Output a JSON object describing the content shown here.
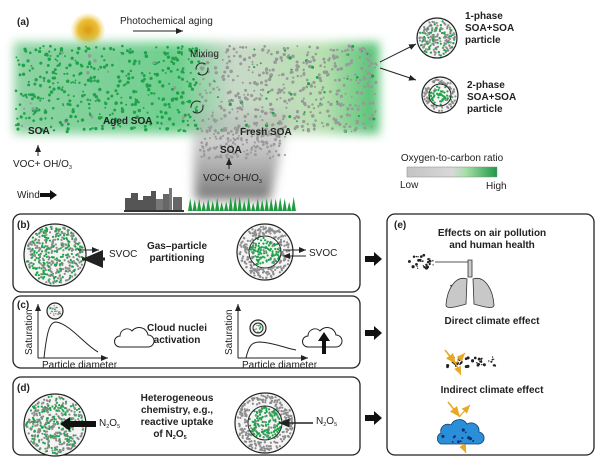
{
  "colors": {
    "green": "#1fa34a",
    "gray": "#8c8c8c",
    "sun": "#e8b322",
    "cloud_blue": "#2a8fd8",
    "ray": "#e8a820"
  },
  "panel_a": {
    "label": "(a)",
    "photochemical": "Photochemical aging",
    "mixing": "Mixing",
    "aged_soa": "Aged SOA",
    "soa_left": "SOA",
    "voc_left": "VOC+ OH/O",
    "voc_left_sub": "3",
    "fresh_soa": "Fresh SOA",
    "soa_plume": "SOA",
    "voc_plume": "VOC+ OH/O",
    "voc_plume_sub": "3",
    "wind": "Wind",
    "one_phase": [
      "1-phase",
      "SOA+SOA",
      "particle"
    ],
    "two_phase": [
      "2-phase",
      "SOA+SOA",
      "particle"
    ],
    "legend": {
      "title": "Oxygen-to-carbon ratio",
      "low": "Low",
      "high": "High"
    }
  },
  "panel_b": {
    "label": "(b)",
    "title": [
      "Gas–particle",
      "partitioning"
    ],
    "svoc_left": "SVOC",
    "svoc_right": "SVOC"
  },
  "panel_c": {
    "label": "(c)",
    "title": [
      "Cloud nuclei",
      "activation"
    ],
    "ylabel": "Saturation",
    "xlabel": "Particle diameter"
  },
  "panel_d": {
    "label": "(d)",
    "title": [
      "Heterogeneous",
      "chemistry, e.g.,",
      "reactive uptake",
      "of N"
    ],
    "title_sub": "2",
    "title_end": "O",
    "title_sub2": "5",
    "n2o5": "N",
    "sub2": "2",
    "o": "O",
    "sub5": "5"
  },
  "panel_e": {
    "label": "(e)",
    "health": [
      "Effects on air pollution",
      "and human health"
    ],
    "direct": "Direct climate effect",
    "indirect": "Indirect climate effect"
  }
}
